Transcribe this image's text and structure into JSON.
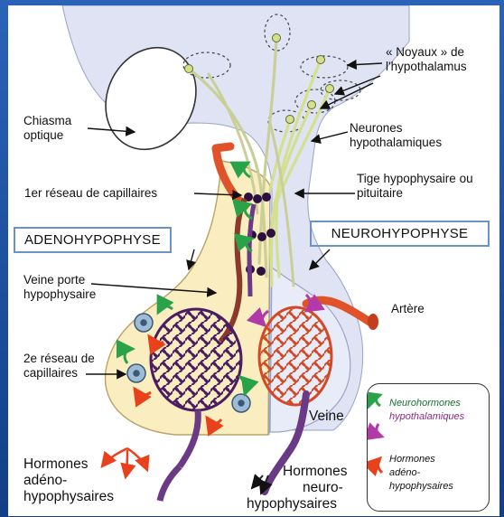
{
  "labels": {
    "noyaux_line1": "« Noyaux » de",
    "noyaux_line2": "l'hypothalamus",
    "chiasma_line1": "Chiasma",
    "chiasma_line2": "optique",
    "neurones_line1": "Neurones",
    "neurones_line2": "hypothalamiques",
    "reseau1": "1er réseau de capillaires",
    "tige_line1": "Tige hypophysaire ou",
    "tige_line2": "pituitaire",
    "adenohypophyse": "ADENOHYPOPHYSE",
    "neurohypophyse": "NEUROHYPOPHYSE",
    "veine_porte_line1": "Veine porte",
    "veine_porte_line2": "hypophysaire",
    "artere": "Artère",
    "reseau2_line1": "2e réseau de",
    "reseau2_line2": "capillaires",
    "veine": "Veine",
    "hormones_adeno_line1": "Hormones",
    "hormones_adeno_line2": "adéno-",
    "hormones_adeno_line3": "hypophysaires",
    "hormones_neuro_line1": "Hormones",
    "hormones_neuro_line2": "neuro-",
    "hormones_neuro_line3": "hypophysaires"
  },
  "legend": {
    "neurohormones_line1": "Neurohormones",
    "neurohormones_line2": "hypothalamiques",
    "hormones_line1": "Hormones",
    "hormones_line2": "adéno-",
    "hormones_line3": "hypophysaires"
  },
  "colors": {
    "hypothalamus": "#dfe3f3",
    "adenohypophysis": "#faeec0",
    "neurohypophysis": "#dfe3f3",
    "artery": "#e0522a",
    "portal_vein": "#6b3a86",
    "capillary_network": "#4a1c62",
    "neuron": "#c7d58a",
    "neurohormone_arrow": "#2aa24a",
    "neurohormone_arrow_purple": "#b13aa8",
    "adeno_hormone_arrow": "#e8411c"
  }
}
